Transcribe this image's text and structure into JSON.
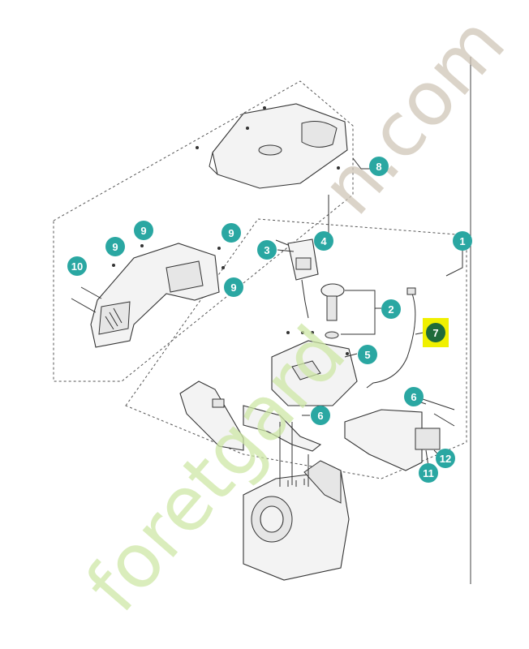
{
  "watermark": {
    "word_a": "foretgard",
    "word_b": "n.com",
    "color_a": "#cde7a6",
    "color_b": "#cfc6b7"
  },
  "callout_color": "#2aa7a2",
  "highlight_color": "#f0f000",
  "selected_color": "#1f6b3a",
  "callouts": {
    "c1": "1",
    "c2": "2",
    "c3": "3",
    "c4": "4",
    "c5": "5",
    "c6a": "6",
    "c6b": "6",
    "c7": "7",
    "c8": "8",
    "c9a": "9",
    "c9b": "9",
    "c9c": "9",
    "c9d": "9",
    "c10": "10",
    "c11": "11",
    "c12": "12"
  }
}
